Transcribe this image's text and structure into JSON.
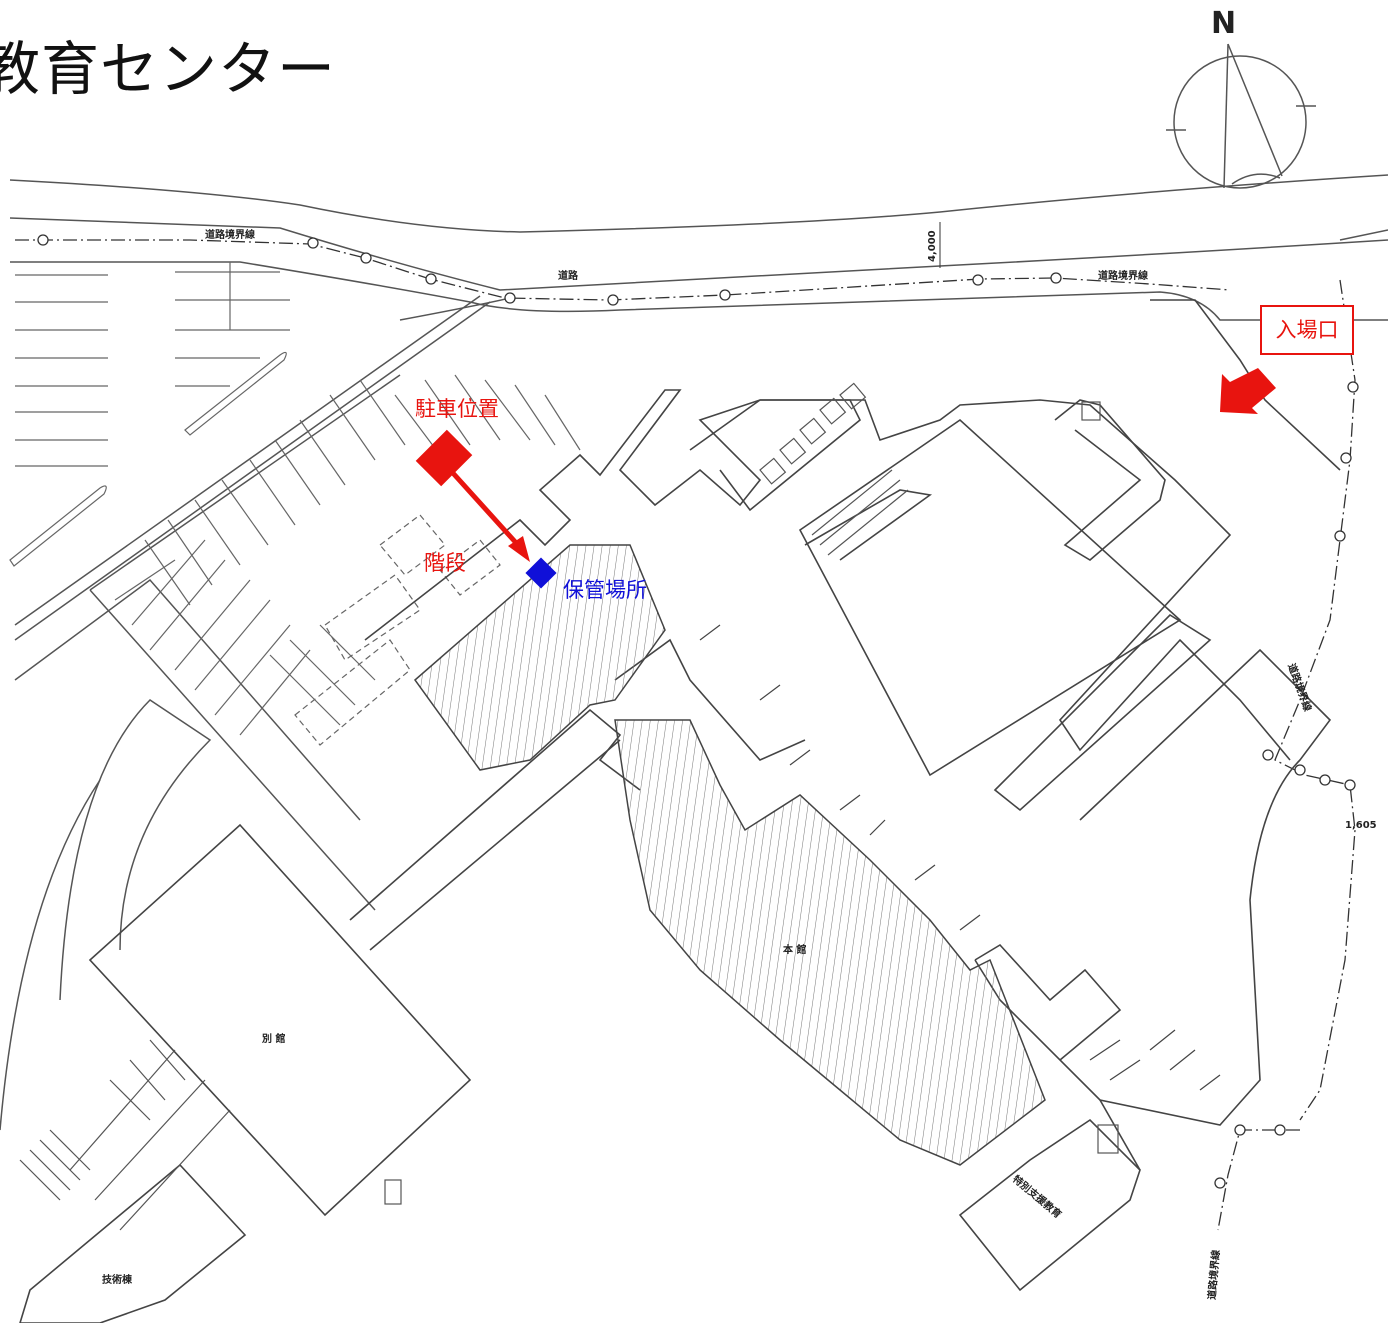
{
  "title": "教育センター",
  "north_label": "N",
  "annotations": {
    "entrance": "入場口",
    "parking": "駐車位置",
    "stairs": "階段",
    "storage": "保管場所"
  },
  "plan_labels": {
    "road_boundary_1": "道路境界線",
    "road": "道路",
    "road_width": "4,000",
    "road_boundary_2": "道路境界線",
    "road_boundary_3": "道路境界線",
    "road_boundary_4": "道路境界線",
    "dim_right": "1,605",
    "main_building": "本 館",
    "annex": "別 館",
    "special_support": "特別支援教育",
    "technical_building": "技術棟"
  },
  "colors": {
    "marker_red": "#e8140f",
    "marker_blue": "#1010d8",
    "line": "#444444"
  }
}
